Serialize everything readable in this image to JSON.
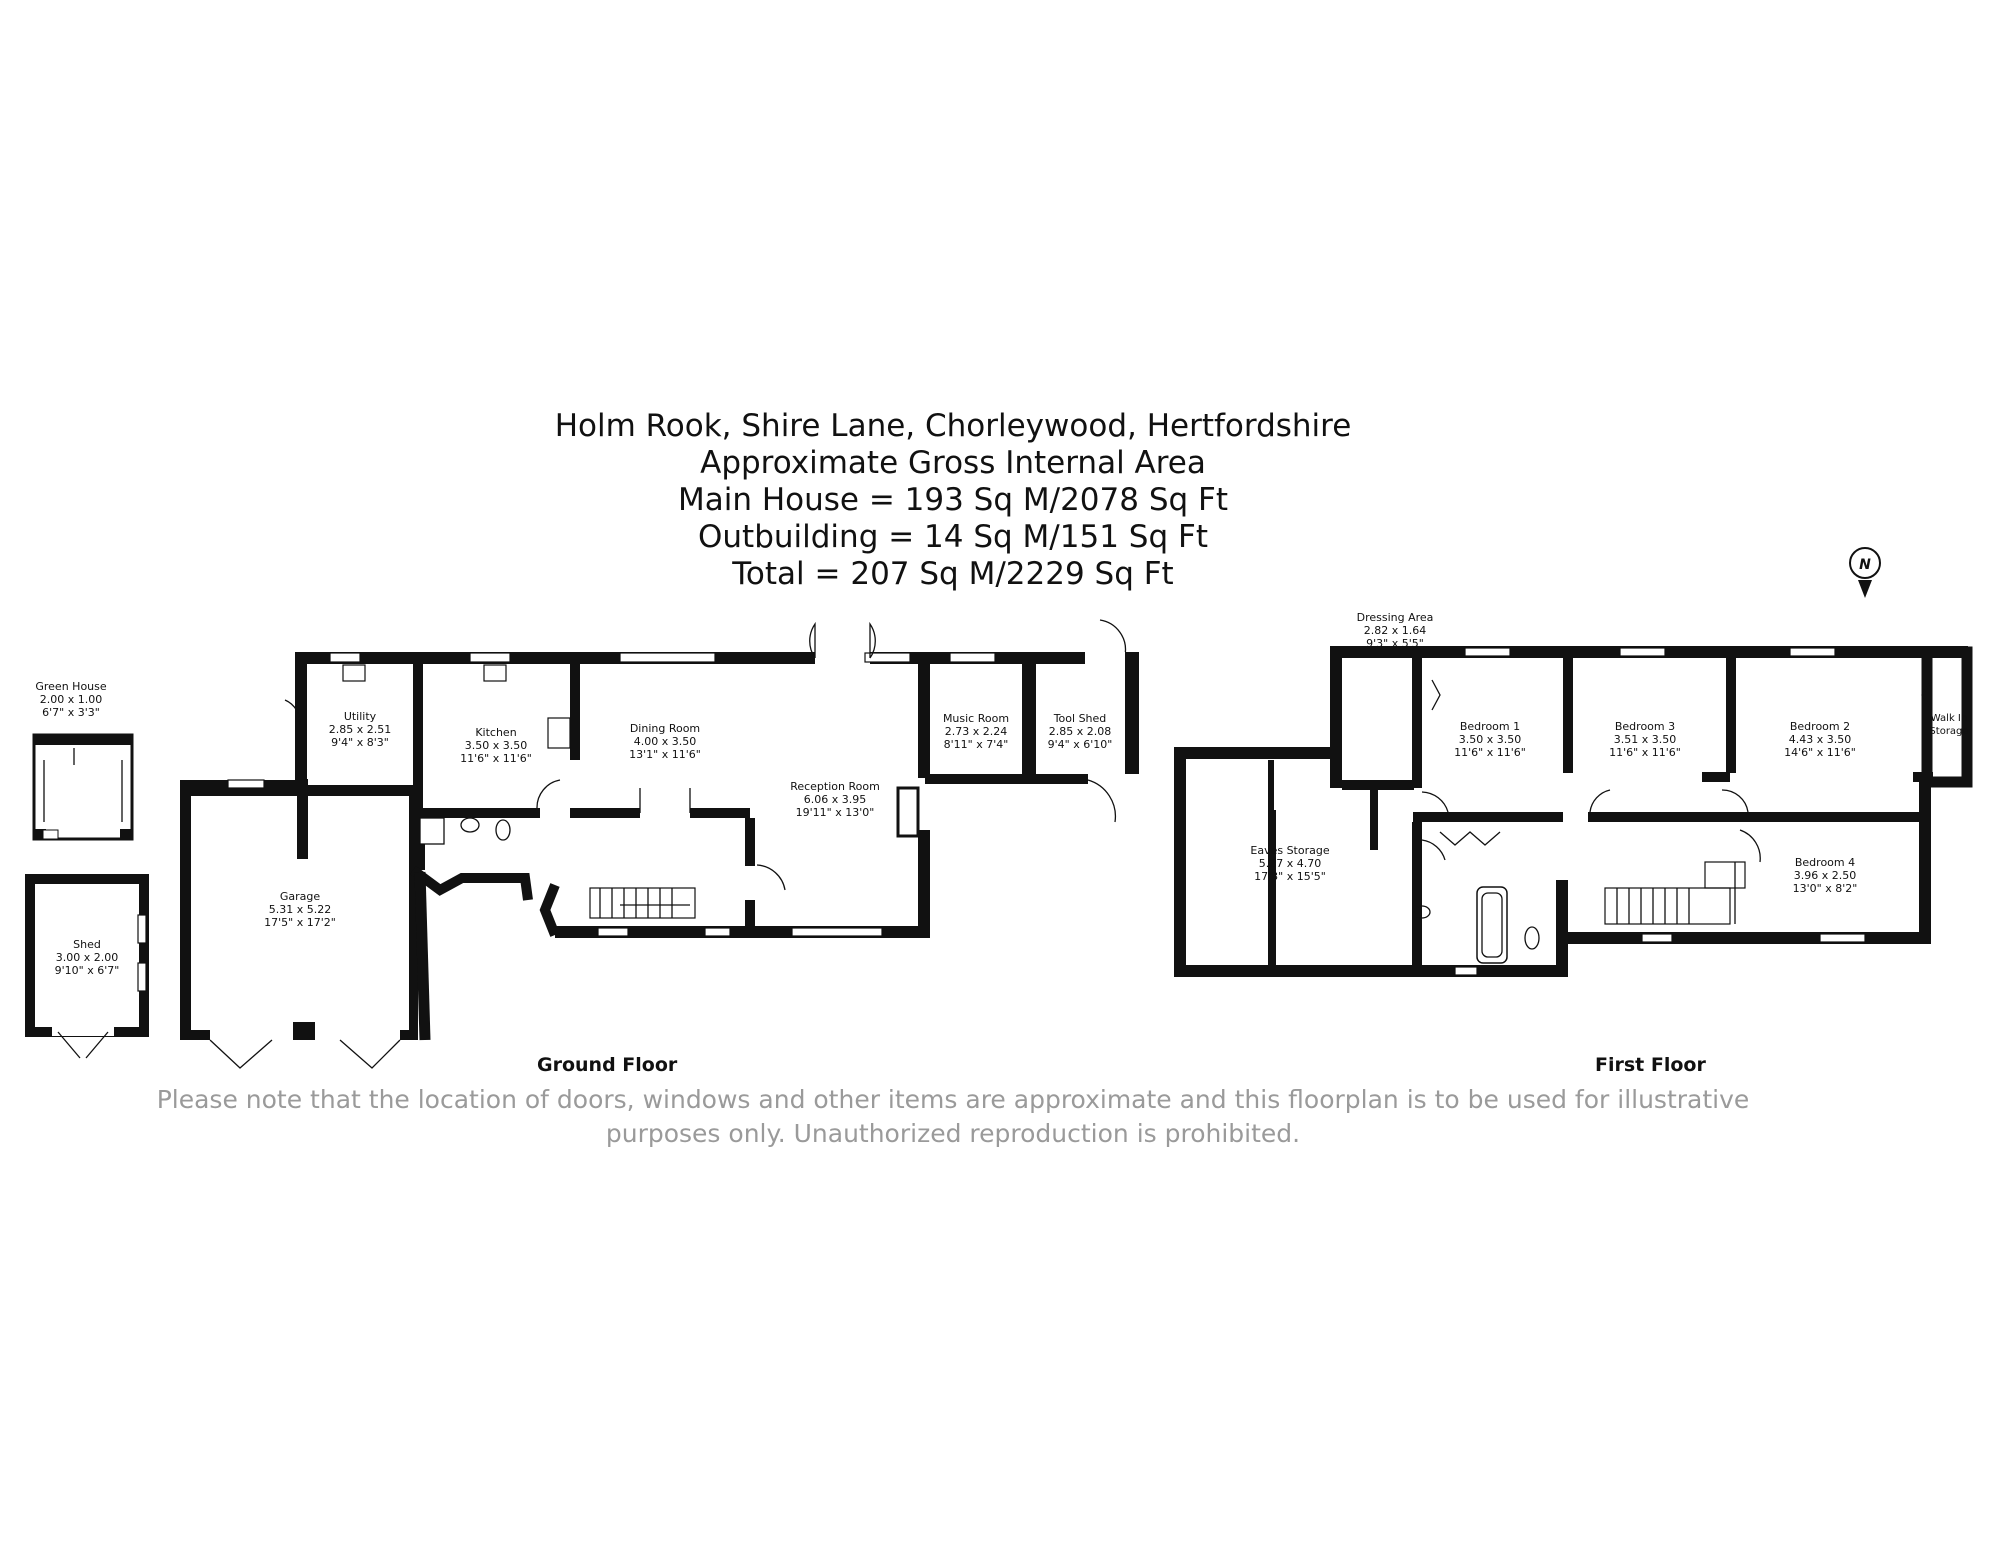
{
  "header": {
    "address": "Holm Rook, Shire Lane, Chorleywood, Hertfordshire",
    "area_title": "Approximate Gross Internal Area",
    "main_house": "Main House = 193 Sq M/2078 Sq Ft",
    "outbuilding": "Outbuilding = 14 Sq M/151 Sq Ft",
    "total": "Total = 207 Sq M/2229 Sq Ft"
  },
  "compass": {
    "label": "N"
  },
  "floors": {
    "ground": {
      "label": "Ground Floor",
      "rooms": {
        "green_house": {
          "name": "Green House",
          "metric": "2.00 x 1.00",
          "imperial": "6'7\" x 3'3\""
        },
        "shed": {
          "name": "Shed",
          "metric": "3.00 x 2.00",
          "imperial": "9'10\" x 6'7\""
        },
        "utility": {
          "name": "Utility",
          "metric": "2.85 x 2.51",
          "imperial": "9'4\" x 8'3\""
        },
        "kitchen": {
          "name": "Kitchen",
          "metric": "3.50 x 3.50",
          "imperial": "11'6\" x 11'6\""
        },
        "dining_room": {
          "name": "Dining Room",
          "metric": "4.00 x 3.50",
          "imperial": "13'1\" x 11'6\""
        },
        "music_room": {
          "name": "Music Room",
          "metric": "2.73 x 2.24",
          "imperial": "8'11\" x 7'4\""
        },
        "tool_shed": {
          "name": "Tool Shed",
          "metric": "2.85 x 2.08",
          "imperial": "9'4\" x 6'10\""
        },
        "reception_room": {
          "name": "Reception Room",
          "metric": "6.06 x 3.95",
          "imperial": "19'11\" x 13'0\""
        },
        "garage": {
          "name": "Garage",
          "metric": "5.31 x 5.22",
          "imperial": "17'5\" x 17'2\""
        }
      }
    },
    "first": {
      "label": "First Floor",
      "rooms": {
        "dressing_area": {
          "name": "Dressing Area",
          "metric": "2.82 x 1.64",
          "imperial": "9'3\" x 5'5\""
        },
        "bedroom_1": {
          "name": "Bedroom 1",
          "metric": "3.50 x 3.50",
          "imperial": "11'6\" x 11'6\""
        },
        "bedroom_3": {
          "name": "Bedroom 3",
          "metric": "3.51 x 3.50",
          "imperial": "11'6\" x 11'6\""
        },
        "bedroom_2": {
          "name": "Bedroom 2",
          "metric": "4.43 x 3.50",
          "imperial": "14'6\" x 11'6\""
        },
        "walk_in_storage": {
          "name": "Walk In",
          "name2": "Storage"
        },
        "eaves_storage": {
          "name": "Eaves Storage",
          "metric": "5.27 x 4.70",
          "imperial": "17'3\" x 15'5\""
        },
        "bedroom_4": {
          "name": "Bedroom 4",
          "metric": "3.96 x 2.50",
          "imperial": "13'0\" x 8'2\""
        }
      }
    }
  },
  "disclaimer": {
    "line1": "Please note that the location of doors, windows and other items are approximate and this floorplan is to be used for illustrative",
    "line2": "purposes only. Unauthorized reproduction is prohibited."
  }
}
